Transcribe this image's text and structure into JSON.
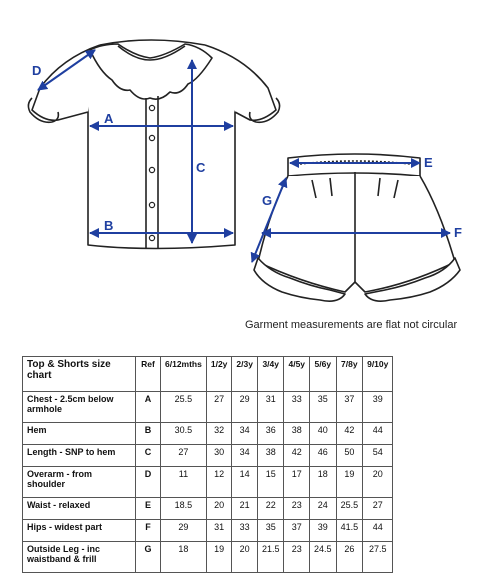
{
  "illustration": {
    "dimension_labels": {
      "A": "A",
      "B": "B",
      "C": "C",
      "D": "D",
      "E": "E",
      "F": "F",
      "G": "G"
    },
    "accent_color": "#1f3fa0"
  },
  "caption": "Garment measurements are flat not circular",
  "table": {
    "title": "Top & Shorts size chart",
    "ref_header": "Ref",
    "sizes": [
      "6/12mths",
      "1/2y",
      "2/3y",
      "3/4y",
      "4/5y",
      "5/6y",
      "7/8y",
      "9/10y"
    ],
    "rows": [
      {
        "label": "Chest - 2.5cm below armhole",
        "ref": "A",
        "values": [
          "25.5",
          "27",
          "29",
          "31",
          "33",
          "35",
          "37",
          "39"
        ]
      },
      {
        "label": "Hem",
        "ref": "B",
        "values": [
          "30.5",
          "32",
          "34",
          "36",
          "38",
          "40",
          "42",
          "44"
        ]
      },
      {
        "label": "Length - SNP to hem",
        "ref": "C",
        "values": [
          "27",
          "30",
          "34",
          "38",
          "42",
          "46",
          "50",
          "54"
        ]
      },
      {
        "label": "Overarm - from shoulder",
        "ref": "D",
        "values": [
          "11",
          "12",
          "14",
          "15",
          "17",
          "18",
          "19",
          "20"
        ]
      },
      {
        "label": "Waist - relaxed",
        "ref": "E",
        "values": [
          "18.5",
          "20",
          "21",
          "22",
          "23",
          "24",
          "25.5",
          "27"
        ]
      },
      {
        "label": "Hips - widest part",
        "ref": "F",
        "values": [
          "29",
          "31",
          "33",
          "35",
          "37",
          "39",
          "41.5",
          "44"
        ]
      },
      {
        "label": "Outside Leg - inc waistband & frill",
        "ref": "G",
        "values": [
          "18",
          "19",
          "20",
          "21.5",
          "23",
          "24.5",
          "26",
          "27.5"
        ]
      }
    ]
  }
}
